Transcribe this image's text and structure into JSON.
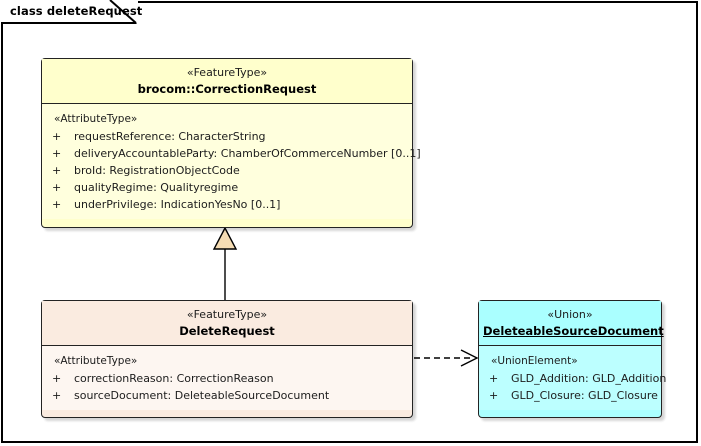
{
  "frame": {
    "tab_label": "class deleteRequest",
    "border_color": "#000000",
    "background": "#ffffff"
  },
  "classes": [
    {
      "id": "correction-request",
      "stereotype": "«FeatureType»",
      "name": "brocom::CorrectionRequest",
      "underlined": false,
      "fill_color": "#ffffcc",
      "compartment_stereotype": "«AttributeType»",
      "attributes": [
        {
          "visibility": "+",
          "text": "requestReference: CharacterString"
        },
        {
          "visibility": "+",
          "text": "deliveryAccountableParty: ChamberOfCommerceNumber [0..1]"
        },
        {
          "visibility": "+",
          "text": "broId: RegistrationObjectCode"
        },
        {
          "visibility": "+",
          "text": "qualityRegime: Qualityregime"
        },
        {
          "visibility": "+",
          "text": "underPrivilege: IndicationYesNo [0..1]"
        }
      ]
    },
    {
      "id": "delete-request",
      "stereotype": "«FeatureType»",
      "name": "DeleteRequest",
      "underlined": false,
      "fill_color": "#faebe0",
      "compartment_stereotype": "«AttributeType»",
      "attributes": [
        {
          "visibility": "+",
          "text": "correctionReason: CorrectionReason"
        },
        {
          "visibility": "+",
          "text": "sourceDocument: DeleteableSourceDocument"
        }
      ]
    },
    {
      "id": "deleteable-source-document",
      "stereotype": "«Union»",
      "name": "DeleteableSourceDocument",
      "underlined": true,
      "fill_color": "#aaffff",
      "compartment_stereotype": "«UnionElement»",
      "attributes": [
        {
          "visibility": "+",
          "text": "GLD_Addition: GLD_Addition"
        },
        {
          "visibility": "+",
          "text": "GLD_Closure: GLD_Closure"
        }
      ]
    }
  ],
  "relationships": [
    {
      "id": "generalization",
      "kind": "generalization",
      "from": "DeleteRequest",
      "to": "brocom::CorrectionRequest",
      "line_style": "solid",
      "arrow": "hollow-triangle",
      "arrow_fill": "#f5dcb3"
    },
    {
      "id": "dependency",
      "kind": "dependency",
      "from": "DeleteRequest",
      "to": "DeleteableSourceDocument",
      "line_style": "dashed",
      "arrow": "open-arrow"
    }
  ]
}
